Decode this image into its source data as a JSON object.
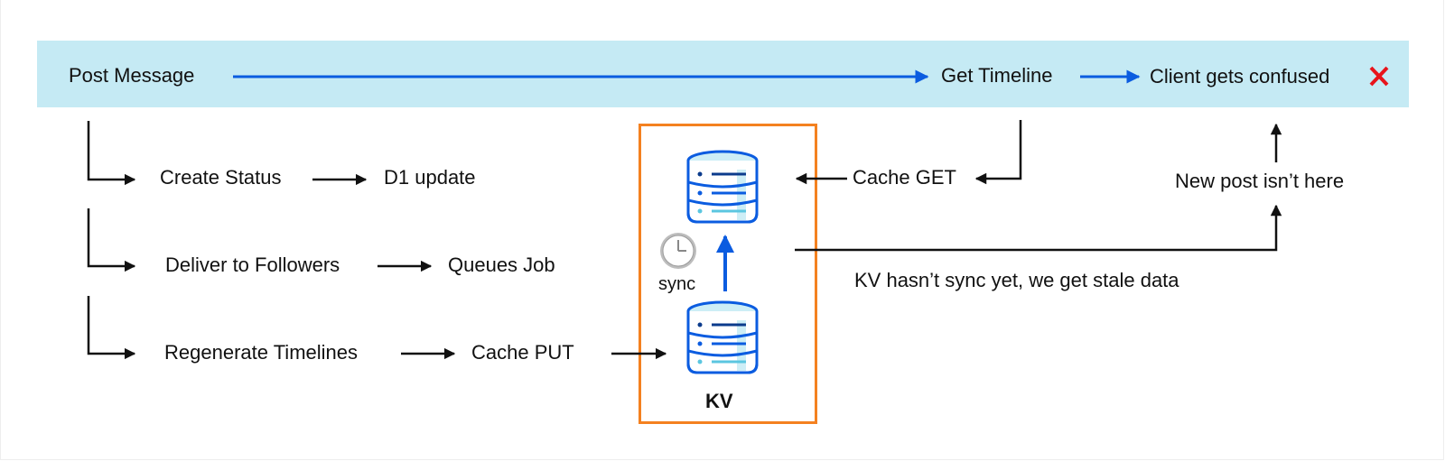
{
  "diagram": {
    "top_flow": {
      "post_message": "Post Message",
      "get_timeline": "Get Timeline",
      "client_confused": "Client gets confused",
      "error_icon": "red-x-icon"
    },
    "branches": [
      {
        "step": "Create Status",
        "result": "D1 update"
      },
      {
        "step": "Deliver to Followers",
        "result": "Queues Job"
      },
      {
        "step": "Regenerate Timelines",
        "result": "Cache PUT"
      }
    ],
    "kv": {
      "label": "KV",
      "sync_label": "sync",
      "sync_icon": "clock-icon",
      "store_icon": "database-icon"
    },
    "read_path": {
      "cache_get": "Cache GET",
      "new_post_missing": "New post isn’t here",
      "stale_note": "KV hasn’t sync yet, we get stale data"
    },
    "colors": {
      "band": "#c5eaf4",
      "blue_arrow": "#0b5ce0",
      "kv_border": "#f48120",
      "error": "#e8141b"
    }
  }
}
